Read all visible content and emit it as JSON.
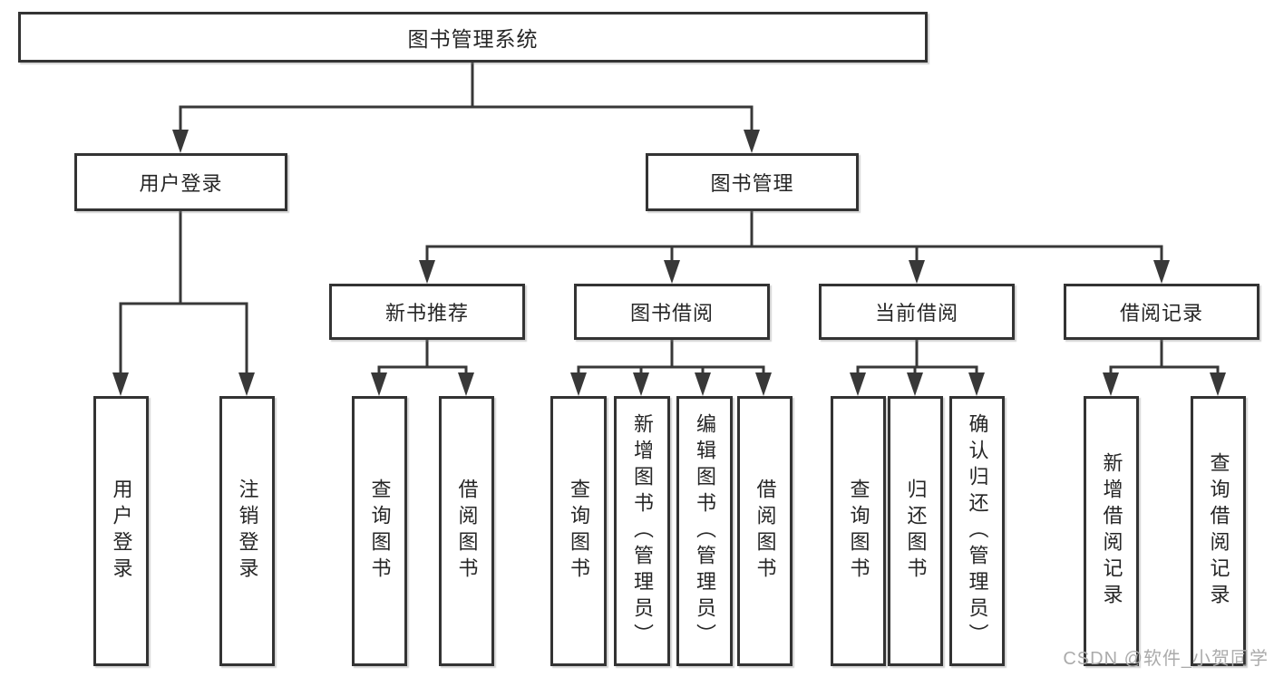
{
  "tree": {
    "root": "图书管理系统",
    "login": {
      "label": "用户登录",
      "children": [
        "用户登录",
        "注销登录"
      ]
    },
    "manage": {
      "label": "图书管理"
    },
    "sections": [
      {
        "label": "新书推荐",
        "children": [
          "查询图书",
          "借阅图书"
        ]
      },
      {
        "label": "图书借阅",
        "children": [
          "查询图书",
          "新增图书（管理员）",
          "编辑图书（管理员）",
          "借阅图书"
        ]
      },
      {
        "label": "当前借阅",
        "children": [
          "查询图书",
          "归还图书",
          "确认归还（管理员）"
        ]
      },
      {
        "label": "借阅记录",
        "children": [
          "新增借阅记录",
          "查询借阅记录"
        ]
      }
    ],
    "watermark": "CSDN @软件_小贺同学"
  },
  "colors": {
    "line": "#383838",
    "box_border": "#333333",
    "text": "#262626",
    "watermark": "#ababab",
    "background": "#ffffff"
  }
}
